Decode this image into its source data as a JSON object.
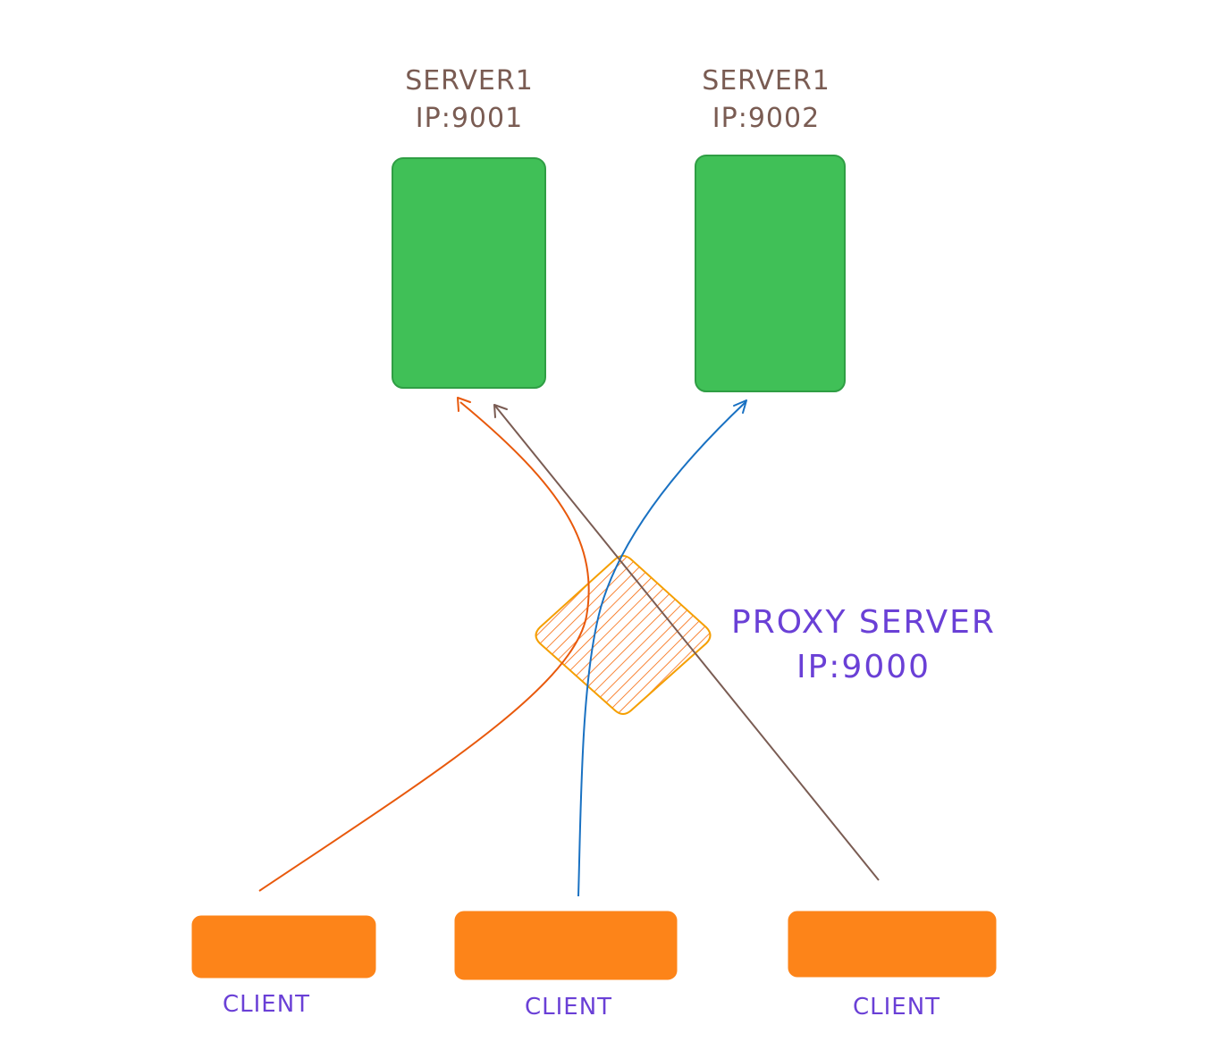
{
  "servers": [
    {
      "name": "SERVER1",
      "address": "IP:9001"
    },
    {
      "name": "SERVER1",
      "address": "IP:9002"
    }
  ],
  "proxy": {
    "name": "PROXY SERVER",
    "address": "IP:9000"
  },
  "clients": [
    {
      "label": "CLIENT"
    },
    {
      "label": "CLIENT"
    },
    {
      "label": "CLIENT"
    }
  ],
  "colors": {
    "server_fill": "#40c057",
    "server_stroke": "#2f9e44",
    "client_fill": "#fd8419",
    "proxy_stroke": "#f59f00",
    "proxy_hatch": "#f76707",
    "arrow_orange": "#e8590c",
    "arrow_blue": "#1971c2",
    "arrow_brown": "#7a5c53",
    "label_brown": "#7a5c53",
    "label_purple": "#6a40d6"
  }
}
